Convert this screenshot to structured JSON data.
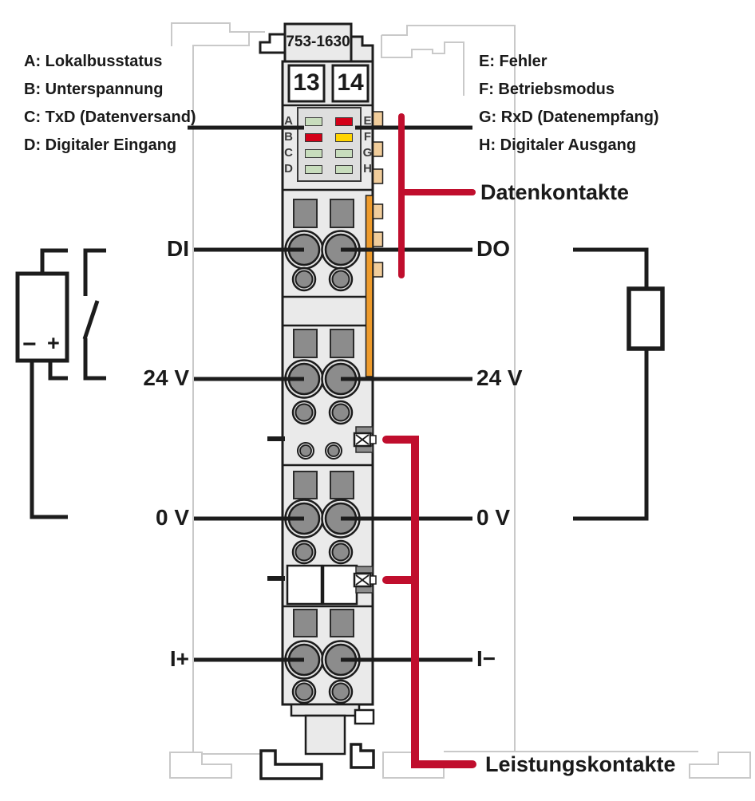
{
  "module": {
    "part_number": "753-1630",
    "terminal_numbers": [
      "13",
      "14"
    ],
    "led_rows": [
      {
        "left_letter": "A",
        "left_color": "#c8ddbd",
        "right_letter": "E",
        "right_color": "#d30018"
      },
      {
        "left_letter": "B",
        "left_color": "#d30018",
        "right_letter": "F",
        "right_color": "#ffd400"
      },
      {
        "left_letter": "C",
        "left_color": "#c8ddbd",
        "right_letter": "G",
        "right_color": "#c8ddbd"
      },
      {
        "left_letter": "D",
        "left_color": "#c8ddbd",
        "right_letter": "H",
        "right_color": "#c8ddbd"
      }
    ]
  },
  "legend_left": {
    "a": "A: Lokalbusstatus",
    "b": "B: Unterspannung",
    "c": "C: TxD (Datenversand)",
    "d": "D: Digitaler Eingang"
  },
  "legend_right": {
    "e": "E: Fehler",
    "f": "F: Betriebsmodus",
    "g": "G: RxD (Datenempfang)",
    "h": "H: Digitaler Ausgang"
  },
  "callouts": {
    "data_contacts": "Datenkontakte",
    "power_contacts": "Leistungskontakte"
  },
  "terminals": {
    "left": [
      "DI",
      "24 V",
      "0 V",
      "I+"
    ],
    "right": [
      "DO",
      "24 V",
      "0 V",
      "I−"
    ]
  },
  "power_supply": {
    "minus": "−",
    "plus": "+"
  },
  "colors": {
    "callout_red": "#c00e2d",
    "orange_strip": "#ee9b2c",
    "contact_tan": "#f1cd9b"
  }
}
